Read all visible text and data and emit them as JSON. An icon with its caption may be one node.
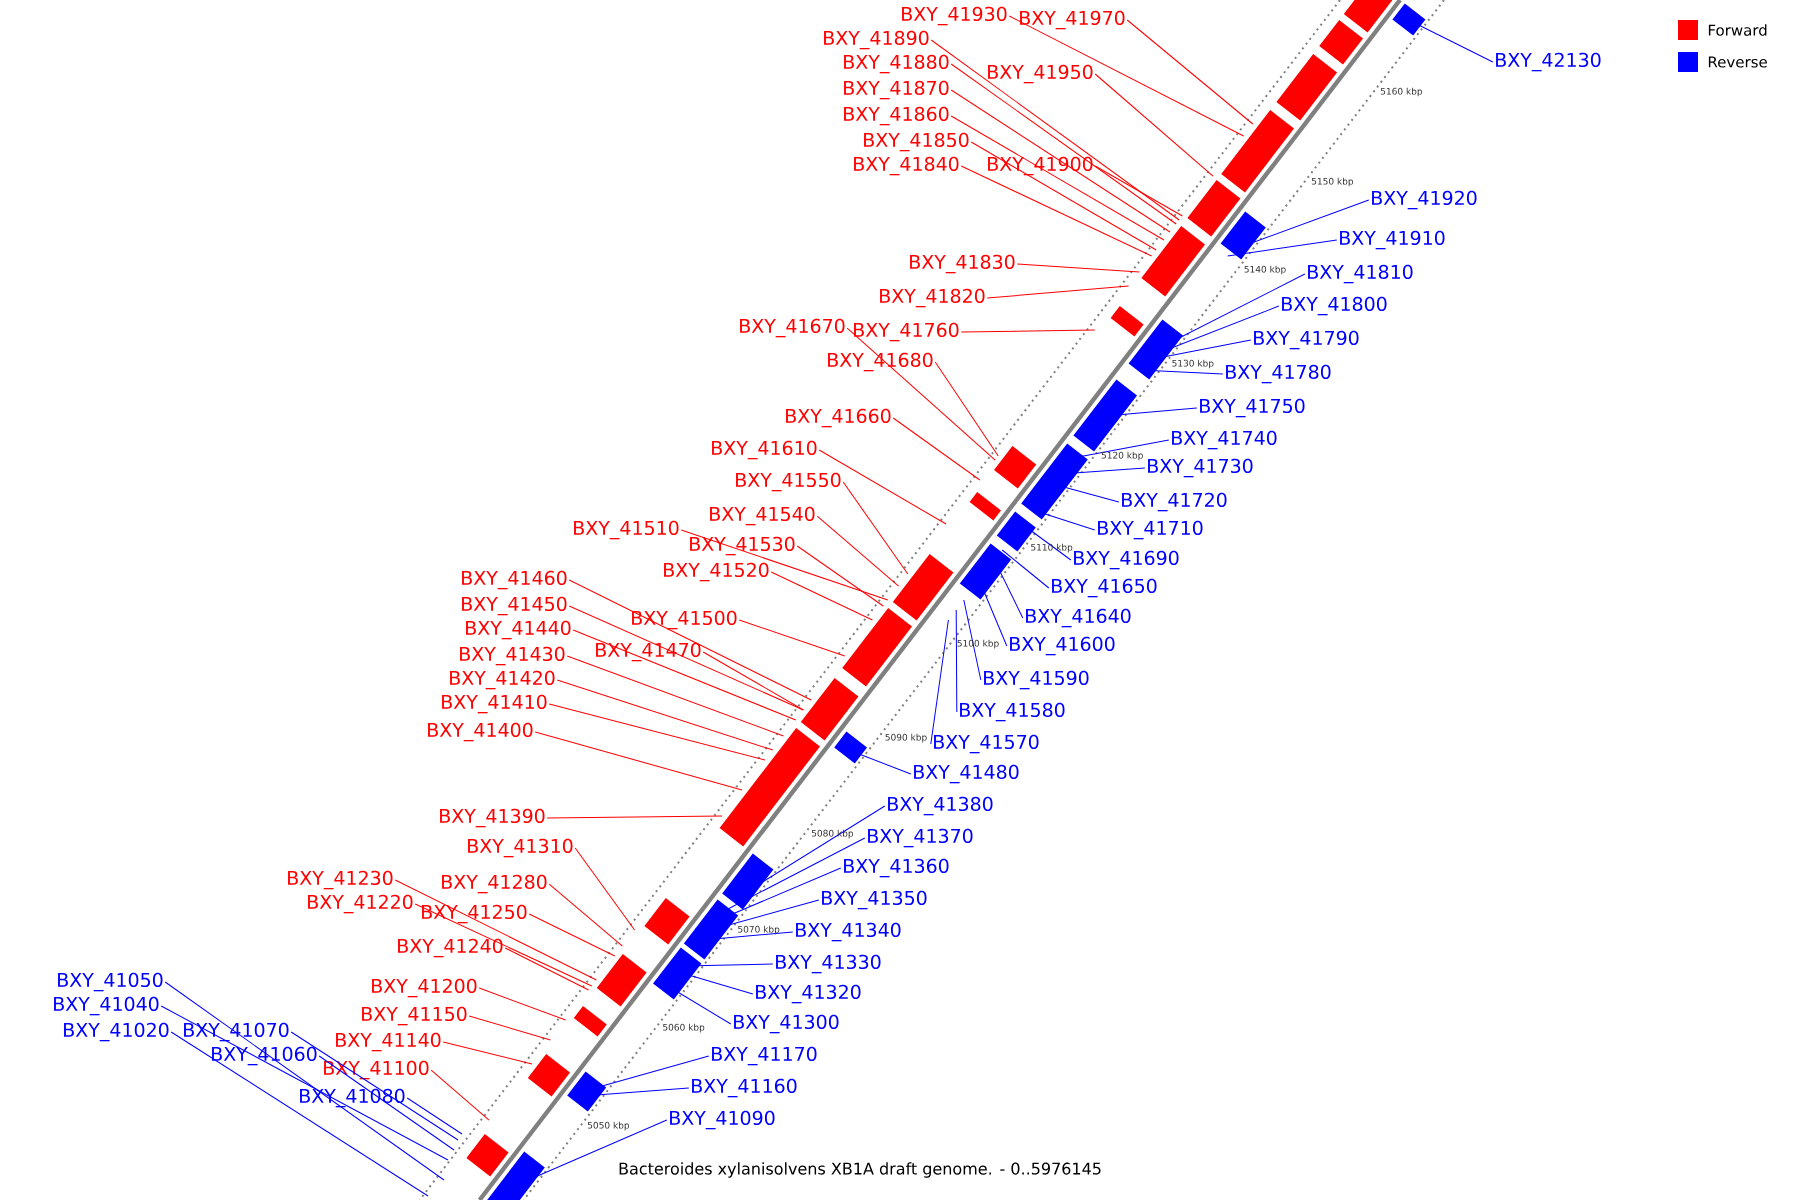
{
  "diagram": {
    "caption": "Bacteroides xylanisolvens XB1A draft genome. - 0..5976145",
    "nodes": [
      {
        "text": [
          "BXY_41930"
        ]
      },
      {
        "text": [
          "BXY_41970"
        ]
      },
      {
        "text": [
          "BXY_41890"
        ]
      },
      {
        "text": [
          "BXY_41950"
        ]
      },
      {
        "text": [
          "BXY_41880"
        ]
      },
      {
        "text": [
          "BXY_41870"
        ]
      },
      {
        "text": [
          "BXY_41860"
        ]
      },
      {
        "text": [
          "BXY_41850"
        ]
      },
      {
        "text": [
          "BXY_41900"
        ]
      },
      {
        "text": [
          "BXY_41840"
        ]
      },
      {
        "text": [
          "BXY_41830"
        ]
      },
      {
        "text": [
          "BXY_41820"
        ]
      },
      {
        "text": [
          "BXY_41670"
        ]
      },
      {
        "text": [
          "BXY_41760"
        ]
      },
      {
        "text": [
          "BXY_41680"
        ]
      },
      {
        "text": [
          "BXY_41660"
        ]
      },
      {
        "text": [
          "BXY_41610"
        ]
      },
      {
        "text": [
          "BXY_41550"
        ]
      },
      {
        "text": [
          "BXY_41540"
        ]
      },
      {
        "text": [
          "BXY_41510"
        ]
      },
      {
        "text": [
          "BXY_41530"
        ]
      },
      {
        "text": [
          "BXY_41520"
        ]
      },
      {
        "text": [
          "BXY_41500"
        ]
      },
      {
        "text": [
          "BXY_41460"
        ]
      },
      {
        "text": [
          "BXY_41450"
        ]
      },
      {
        "text": [
          "BXY_41440"
        ]
      },
      {
        "text": [
          "BXY_41470"
        ]
      },
      {
        "text": [
          "BXY_41430"
        ]
      },
      {
        "text": [
          "BXY_41420"
        ]
      },
      {
        "text": [
          "BXY_41410"
        ]
      },
      {
        "text": [
          "BXY_41400"
        ]
      },
      {
        "text": [
          "BXY_41390"
        ]
      },
      {
        "text": [
          "BXY_41310"
        ]
      },
      {
        "text": [
          "BXY_41280"
        ]
      },
      {
        "text": [
          "BXY_41230"
        ]
      },
      {
        "text": [
          "BXY_41220"
        ]
      },
      {
        "text": [
          "BXY_41250"
        ]
      },
      {
        "text": [
          "BXY_41240"
        ]
      },
      {
        "text": [
          "BXY_41200"
        ]
      },
      {
        "text": [
          "BXY_41150"
        ]
      },
      {
        "text": [
          "BXY_41140"
        ]
      },
      {
        "text": [
          "BXY_41100"
        ]
      },
      {
        "text": [
          "BXY_42130"
        ]
      },
      {
        "text": [
          "BXY_41920"
        ]
      },
      {
        "text": [
          "BXY_41910"
        ]
      },
      {
        "text": [
          "BXY_41810"
        ]
      },
      {
        "text": [
          "BXY_41800"
        ]
      },
      {
        "text": [
          "BXY_41790"
        ]
      },
      {
        "text": [
          "BXY_41780"
        ]
      },
      {
        "text": [
          "BXY_41750"
        ]
      },
      {
        "text": [
          "BXY_41740"
        ]
      },
      {
        "text": [
          "BXY_41730"
        ]
      },
      {
        "text": [
          "BXY_41720"
        ]
      },
      {
        "text": [
          "BXY_41710"
        ]
      },
      {
        "text": [
          "BXY_41690"
        ]
      },
      {
        "text": [
          "BXY_41650"
        ]
      },
      {
        "text": [
          "BXY_41640"
        ]
      },
      {
        "text": [
          "BXY_41600"
        ]
      },
      {
        "text": [
          "BXY_41590"
        ]
      },
      {
        "text": [
          "BXY_41580"
        ]
      },
      {
        "text": [
          "BXY_41570"
        ]
      },
      {
        "text": [
          "BXY_41480"
        ]
      },
      {
        "text": [
          "BXY_41380"
        ]
      },
      {
        "text": [
          "BXY_41370"
        ]
      },
      {
        "text": [
          "BXY_41360"
        ]
      },
      {
        "text": [
          "BXY_41350"
        ]
      },
      {
        "text": [
          "BXY_41340"
        ]
      },
      {
        "text": [
          "BXY_41330"
        ]
      },
      {
        "text": [
          "BXY_41320"
        ]
      },
      {
        "text": [
          "BXY_41300"
        ]
      },
      {
        "text": [
          "BXY_41170"
        ]
      },
      {
        "text": [
          "BXY_41160"
        ]
      },
      {
        "text": [
          "BXY_41090"
        ]
      },
      {
        "text": [
          "BXY_41050"
        ]
      },
      {
        "text": [
          "BXY_41040"
        ]
      },
      {
        "text": [
          "BXY_41070"
        ]
      },
      {
        "text": [
          "BXY_41020"
        ]
      },
      {
        "text": [
          "BXY_41060"
        ]
      },
      {
        "text": [
          "BXY_41080"
        ]
      }
    ],
    "edges": [
      {
        "from": 0,
        "to": null,
        "arrow": "none",
        "color": "#ff0000"
      },
      {
        "from": 1,
        "to": null,
        "arrow": "none",
        "color": "#ff0000"
      },
      {
        "from": 2,
        "to": null,
        "arrow": "none",
        "color": "#ff0000"
      },
      {
        "from": 3,
        "to": null,
        "arrow": "none",
        "color": "#ff0000"
      },
      {
        "from": 4,
        "to": null,
        "arrow": "none",
        "color": "#ff0000"
      },
      {
        "from": 5,
        "to": null,
        "arrow": "none",
        "color": "#ff0000"
      },
      {
        "from": 6,
        "to": null,
        "arrow": "none",
        "color": "#ff0000"
      },
      {
        "from": 7,
        "to": null,
        "arrow": "none",
        "color": "#ff0000"
      },
      {
        "from": 8,
        "to": null,
        "arrow": "none",
        "color": "#ff0000"
      },
      {
        "from": 9,
        "to": null,
        "arrow": "none",
        "color": "#ff0000"
      },
      {
        "from": 10,
        "to": null,
        "arrow": "none",
        "color": "#ff0000"
      },
      {
        "from": 11,
        "to": null,
        "arrow": "none",
        "color": "#ff0000"
      },
      {
        "from": 12,
        "to": null,
        "arrow": "none",
        "color": "#ff0000"
      },
      {
        "from": 13,
        "to": null,
        "arrow": "none",
        "color": "#ff0000"
      },
      {
        "from": 14,
        "to": null,
        "arrow": "none",
        "color": "#ff0000"
      },
      {
        "from": 15,
        "to": null,
        "arrow": "none",
        "color": "#ff0000"
      },
      {
        "from": 16,
        "to": null,
        "arrow": "none",
        "color": "#ff0000"
      },
      {
        "from": 17,
        "to": null,
        "arrow": "none",
        "color": "#ff0000"
      },
      {
        "from": 18,
        "to": null,
        "arrow": "none",
        "color": "#ff0000"
      },
      {
        "from": 19,
        "to": null,
        "arrow": "none",
        "color": "#ff0000"
      },
      {
        "from": 20,
        "to": null,
        "arrow": "none",
        "color": "#ff0000"
      },
      {
        "from": 21,
        "to": null,
        "arrow": "none",
        "color": "#ff0000"
      },
      {
        "from": 22,
        "to": null,
        "arrow": "none",
        "color": "#ff0000"
      },
      {
        "from": 23,
        "to": null,
        "arrow": "none",
        "color": "#ff0000"
      },
      {
        "from": 24,
        "to": null,
        "arrow": "none",
        "color": "#ff0000"
      },
      {
        "from": 25,
        "to": null,
        "arrow": "none",
        "color": "#ff0000"
      },
      {
        "from": 26,
        "to": null,
        "arrow": "none",
        "color": "#ff0000"
      },
      {
        "from": 27,
        "to": null,
        "arrow": "none",
        "color": "#ff0000"
      },
      {
        "from": 28,
        "to": null,
        "arrow": "none",
        "color": "#ff0000"
      },
      {
        "from": 29,
        "to": null,
        "arrow": "none",
        "color": "#ff0000"
      },
      {
        "from": 30,
        "to": null,
        "arrow": "none",
        "color": "#ff0000"
      },
      {
        "from": 31,
        "to": null,
        "arrow": "none",
        "color": "#ff0000"
      },
      {
        "from": 32,
        "to": null,
        "arrow": "none",
        "color": "#ff0000"
      },
      {
        "from": 33,
        "to": null,
        "arrow": "none",
        "color": "#ff0000"
      },
      {
        "from": 34,
        "to": null,
        "arrow": "none",
        "color": "#ff0000"
      },
      {
        "from": 35,
        "to": null,
        "arrow": "none",
        "color": "#ff0000"
      },
      {
        "from": 36,
        "to": null,
        "arrow": "none",
        "color": "#ff0000"
      },
      {
        "from": 37,
        "to": null,
        "arrow": "none",
        "color": "#ff0000"
      },
      {
        "from": 38,
        "to": null,
        "arrow": "none",
        "color": "#ff0000"
      },
      {
        "from": 39,
        "to": null,
        "arrow": "none",
        "color": "#ff0000"
      },
      {
        "from": 40,
        "to": null,
        "arrow": "none",
        "color": "#ff0000"
      },
      {
        "from": 41,
        "to": null,
        "arrow": "none",
        "color": "#ff0000"
      },
      {
        "from": 42,
        "to": null,
        "arrow": "none",
        "color": "#0000ff"
      },
      {
        "from": 43,
        "to": null,
        "arrow": "none",
        "color": "#0000ff"
      },
      {
        "from": 44,
        "to": null,
        "arrow": "none",
        "color": "#0000ff"
      },
      {
        "from": 45,
        "to": null,
        "arrow": "none",
        "color": "#0000ff"
      },
      {
        "from": 46,
        "to": null,
        "arrow": "none",
        "color": "#0000ff"
      },
      {
        "from": 47,
        "to": null,
        "arrow": "none",
        "color": "#0000ff"
      },
      {
        "from": 48,
        "to": null,
        "arrow": "none",
        "color": "#0000ff"
      },
      {
        "from": 49,
        "to": null,
        "arrow": "none",
        "color": "#0000ff"
      },
      {
        "from": 50,
        "to": null,
        "arrow": "none",
        "color": "#0000ff"
      },
      {
        "from": 51,
        "to": null,
        "arrow": "none",
        "color": "#0000ff"
      },
      {
        "from": 52,
        "to": null,
        "arrow": "none",
        "color": "#0000ff"
      },
      {
        "from": 53,
        "to": null,
        "arrow": "none",
        "color": "#0000ff"
      },
      {
        "from": 54,
        "to": null,
        "arrow": "none",
        "color": "#0000ff"
      },
      {
        "from": 55,
        "to": null,
        "arrow": "none",
        "color": "#0000ff"
      },
      {
        "from": 56,
        "to": null,
        "arrow": "none",
        "color": "#0000ff"
      },
      {
        "from": 57,
        "to": null,
        "arrow": "none",
        "color": "#0000ff"
      },
      {
        "from": 58,
        "to": null,
        "arrow": "none",
        "color": "#0000ff"
      },
      {
        "from": 59,
        "to": null,
        "arrow": "none",
        "color": "#0000ff"
      },
      {
        "from": 60,
        "to": null,
        "arrow": "none",
        "color": "#0000ff"
      },
      {
        "from": 61,
        "to": null,
        "arrow": "none",
        "color": "#0000ff"
      },
      {
        "from": 62,
        "to": null,
        "arrow": "none",
        "color": "#0000ff"
      },
      {
        "from": 63,
        "to": null,
        "arrow": "none",
        "color": "#0000ff"
      },
      {
        "from": 64,
        "to": null,
        "arrow": "none",
        "color": "#0000ff"
      },
      {
        "from": 65,
        "to": null,
        "arrow": "none",
        "color": "#0000ff"
      },
      {
        "from": 66,
        "to": null,
        "arrow": "none",
        "color": "#0000ff"
      },
      {
        "from": 67,
        "to": null,
        "arrow": "none",
        "color": "#0000ff"
      },
      {
        "from": 68,
        "to": null,
        "arrow": "none",
        "color": "#0000ff"
      },
      {
        "from": 69,
        "to": null,
        "arrow": "none",
        "color": "#0000ff"
      },
      {
        "from": 70,
        "to": null,
        "arrow": "none",
        "color": "#0000ff"
      },
      {
        "from": 71,
        "to": null,
        "arrow": "none",
        "color": "#0000ff"
      },
      {
        "from": 72,
        "to": null,
        "arrow": "none",
        "color": "#0000ff"
      },
      {
        "from": 73,
        "to": null,
        "arrow": "none",
        "color": "#0000ff"
      },
      {
        "from": 74,
        "to": null,
        "arrow": "none",
        "color": "#0000ff"
      },
      {
        "from": 75,
        "to": null,
        "arrow": "none",
        "color": "#0000ff"
      },
      {
        "from": 76,
        "to": null,
        "arrow": "none",
        "color": "#0000ff"
      },
      {
        "from": 77,
        "to": null,
        "arrow": "none",
        "color": "#0000ff"
      },
      {
        "from": 78,
        "to": null,
        "arrow": "none",
        "color": "#0000ff"
      }
    ],
    "labels": [
      "5160 kbp",
      "5150 kbp",
      "5140 kbp",
      "5130 kbp",
      "5120 kbp",
      "5110 kbp",
      "5100 kbp",
      "5090 kbp",
      "5080 kbp",
      "5070 kbp",
      "5060 kbp",
      "5050 kbp"
    ],
    "legend": [
      {
        "text": "Forward",
        "color": "#ff0000"
      },
      {
        "text": "Reverse",
        "color": "#0000ff"
      }
    ]
  }
}
